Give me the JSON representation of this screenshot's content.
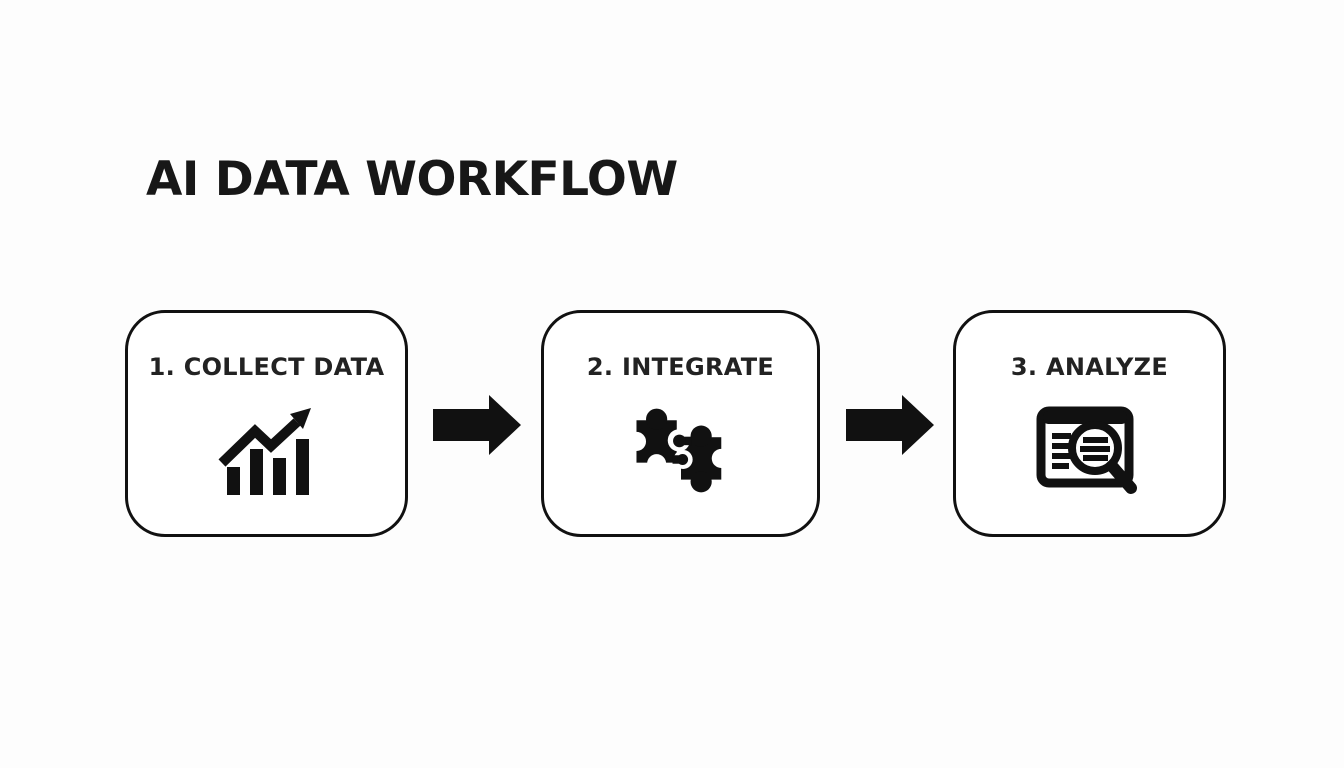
{
  "title": "AI DATA WORKFLOW",
  "workflow": {
    "steps": [
      {
        "label": "1. COLLECT DATA",
        "icon": "trending-bar-chart-icon"
      },
      {
        "label": "2. INTEGRATE",
        "icon": "puzzle-pieces-icon"
      },
      {
        "label": "3. ANALYZE",
        "icon": "document-magnifier-icon"
      }
    ],
    "connectors": [
      {
        "icon": "right-arrow-icon"
      },
      {
        "icon": "right-arrow-icon"
      }
    ]
  },
  "colors": {
    "background": "#fdfdfd",
    "card_background": "#ffffff",
    "ink": "#111111",
    "label_color": "#222222"
  }
}
